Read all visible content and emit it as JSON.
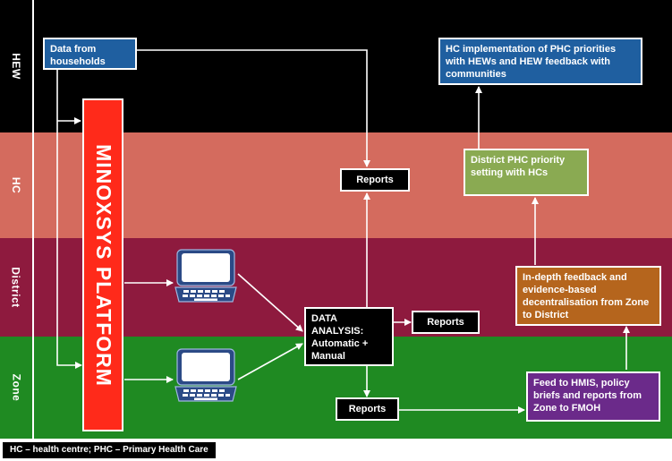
{
  "bands": [
    {
      "id": "hew",
      "label": "HEW",
      "color": "#000000"
    },
    {
      "id": "hc",
      "label": "HC",
      "color": "#d46b5e"
    },
    {
      "id": "district",
      "label": "District",
      "color": "#8e1a3e"
    },
    {
      "id": "zone",
      "label": "Zone",
      "color": "#1f8a22"
    }
  ],
  "platform_label": "MINOXSYS PLATFORM",
  "boxes": {
    "data_from_households": "Data from households",
    "reports_hc": "Reports",
    "data_analysis": "DATA ANALYSIS: Automatic + Manual",
    "reports_district": "Reports",
    "reports_zone": "Reports",
    "hc_implementation": "HC implementation of PHC priorities with HEWs and HEW feedback with communities",
    "district_phc": "District PHC priority setting with HCs",
    "in_depth_feedback": "In-depth feedback and evidence-based decentralisation from Zone to District",
    "feed_to_hmis": "Feed to HMIS, policy briefs and reports from Zone to FMOH"
  },
  "box_colors": {
    "households": "#1f5fa0",
    "hc_implementation": "#1f5fa0",
    "district_phc": "#8aaa52",
    "in_depth_feedback": "#b5651d",
    "feed_to_hmis": "#6b2a8a"
  },
  "icons": [
    "laptop-icon",
    "laptop-icon"
  ],
  "legend": "HC – health centre; PHC – Primary Health Care"
}
